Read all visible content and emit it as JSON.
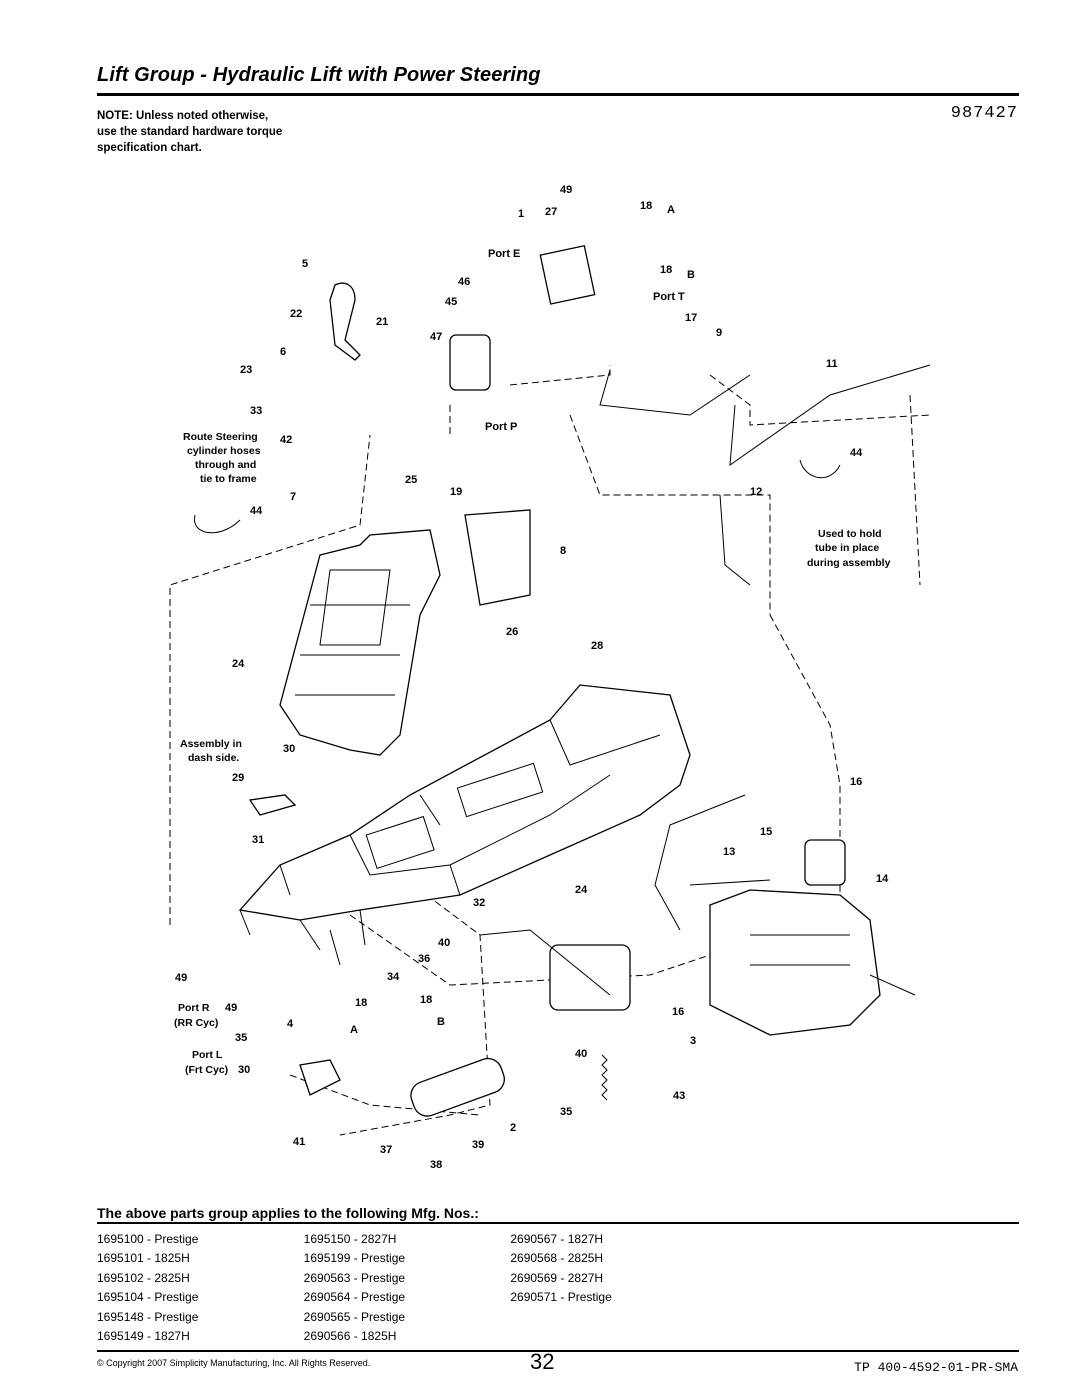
{
  "header": {
    "title": "Lift Group - Hydraulic Lift with Power Steering",
    "note_lines": [
      "NOTE: Unless noted otherwise,",
      "use the standard hardware torque",
      "specification chart."
    ],
    "part_number": "987427"
  },
  "diagram": {
    "callouts": [
      "49",
      "1",
      "27",
      "18",
      "A",
      "Port E",
      "18",
      "B",
      "46",
      "Port T",
      "5",
      "45",
      "17",
      "22",
      "21",
      "47",
      "9",
      "6",
      "11",
      "23",
      "33",
      "Port P",
      "Route Steering",
      "cylinder hoses",
      "through and",
      "tie to frame",
      "42",
      "44",
      "7",
      "25",
      "19",
      "12",
      "44",
      "Used to hold",
      "tube in place",
      "during assembly",
      "8",
      "26",
      "24",
      "28",
      "Assembly in",
      "dash side.",
      "30",
      "29",
      "16",
      "15",
      "31",
      "13",
      "14",
      "24",
      "32",
      "40",
      "49",
      "36",
      "34",
      "Port R",
      "49",
      "(RR Cyc)",
      "18",
      "18",
      "A",
      "B",
      "16",
      "4",
      "35",
      "3",
      "Port L",
      "30",
      "(Frt Cyc)",
      "40",
      "43",
      "35",
      "2",
      "41",
      "37",
      "39",
      "38"
    ]
  },
  "applies": {
    "heading": "The above parts group applies to the following Mfg. Nos.:",
    "rows": [
      [
        "1695100 - Prestige",
        "1695150 - 2827H",
        "2690567 - 1827H"
      ],
      [
        "1695101 - 1825H",
        "1695199 - Prestige",
        "2690568 - 2825H"
      ],
      [
        "1695102 - 2825H",
        "2690563 - Prestige",
        "2690569 - 2827H"
      ],
      [
        "1695104 - Prestige",
        "2690564 - Prestige",
        "2690571 - Prestige"
      ],
      [
        "1695148 - Prestige",
        "2690565 - Prestige",
        ""
      ],
      [
        "1695149 - 1827H",
        "2690566 - 1825H",
        ""
      ]
    ]
  },
  "footer": {
    "copyright": "© Copyright 2007 Simplicity Manufacturing, Inc. All Rights Reserved.",
    "page": "32",
    "doc_id": "TP 400-4592-01-PR-SMA"
  }
}
